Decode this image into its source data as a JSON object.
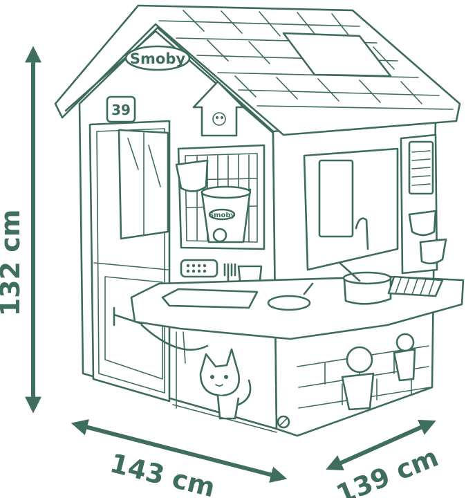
{
  "dimensions": {
    "height_label": "132 cm",
    "width_label": "143 cm",
    "depth_label": "139 cm"
  },
  "house": {
    "brand": "Smoby",
    "house_number": "39",
    "cup_brand": "Smoby"
  },
  "colors": {
    "line": "#3d6b5c",
    "dimension": "#3f6e5f",
    "background": "#ffffff"
  }
}
